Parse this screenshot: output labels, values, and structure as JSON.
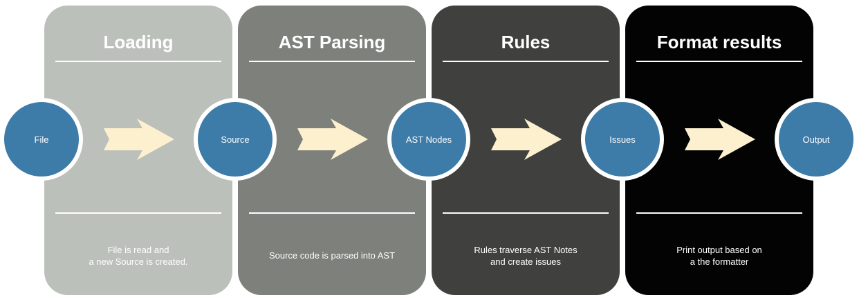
{
  "stages": [
    {
      "title": "Loading",
      "description": "File is read and\na new Source is created.",
      "color": "#bcc0bb"
    },
    {
      "title": "AST Parsing",
      "description": "Source code is parsed into AST",
      "color": "#7d807b"
    },
    {
      "title": "Rules",
      "description": "Rules traverse AST Notes\nand create issues",
      "color": "#40413e"
    },
    {
      "title": "Format results",
      "description": "Print output based on\na the formatter",
      "color": "#030303"
    }
  ],
  "nodes": [
    "File",
    "Source",
    "AST Nodes",
    "Issues",
    "Output"
  ],
  "colors": {
    "node": "#3d7ba8",
    "arrow": "#fdf0cf",
    "text": "#ffffff"
  }
}
